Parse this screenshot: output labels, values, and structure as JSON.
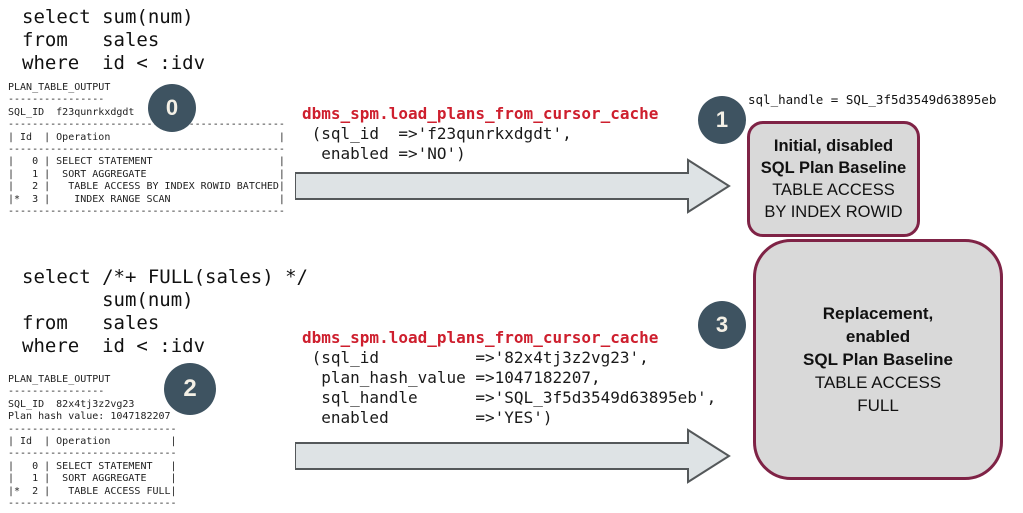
{
  "colors": {
    "badge_bg": "#3e5361",
    "badge_text": "#f4f0e6",
    "bubble_border": "#7f2346",
    "bubble_fill": "#d9d9d9",
    "arrow_fill": "#dee3e5",
    "arrow_stroke": "#54585a",
    "call_title_red": "#ce1f2e"
  },
  "step0": {
    "badge": "0",
    "query": "select sum(num)\nfrom   sales\nwhere  id < :idv",
    "plan_output": "PLAN_TABLE_OUTPUT\n----------------\nSQL_ID  f23qunrkxdgdt\n----------------------------------------------\n| Id  | Operation                            |\n----------------------------------------------\n|   0 | SELECT STATEMENT                     |\n|   1 |  SORT AGGREGATE                      |\n|   2 |   TABLE ACCESS BY INDEX ROWID BATCHED|\n|*  3 |    INDEX RANGE SCAN                  |\n----------------------------------------------"
  },
  "call1": {
    "badge": "1",
    "title": "dbms_spm.load_plans_from_cursor_cache",
    "args": " (sql_id  =>'f23qunrkxdgdt',\n  enabled =>'NO')"
  },
  "baseline1": {
    "sql_handle": "sql_handle = SQL_3f5d3549d63895eb",
    "title_line1": "Initial, disabled",
    "title_line2": "SQL Plan Baseline",
    "detail_line1": "TABLE ACCESS",
    "detail_line2": "BY INDEX ROWID"
  },
  "step2": {
    "badge": "2",
    "query": "select /*+ FULL(sales) */\n       sum(num)\nfrom   sales\nwhere  id < :idv",
    "plan_output": "PLAN_TABLE_OUTPUT\n----------------\nSQL_ID  82x4tj3z2vg23\nPlan hash value: 1047182207\n----------------------------\n| Id  | Operation          |\n----------------------------\n|   0 | SELECT STATEMENT   |\n|   1 |  SORT AGGREGATE    |\n|*  2 |   TABLE ACCESS FULL|\n----------------------------"
  },
  "call2": {
    "badge": "3",
    "title": "dbms_spm.load_plans_from_cursor_cache",
    "args": " (sql_id          =>'82x4tj3z2vg23',\n  plan_hash_value =>1047182207,\n  sql_handle      =>'SQL_3f5d3549d63895eb',\n  enabled         =>'YES')"
  },
  "baseline2": {
    "title_line1": "Replacement,",
    "title_line2": "enabled",
    "title_line3": "SQL Plan Baseline",
    "detail_line1": "TABLE ACCESS",
    "detail_line2": "FULL"
  }
}
